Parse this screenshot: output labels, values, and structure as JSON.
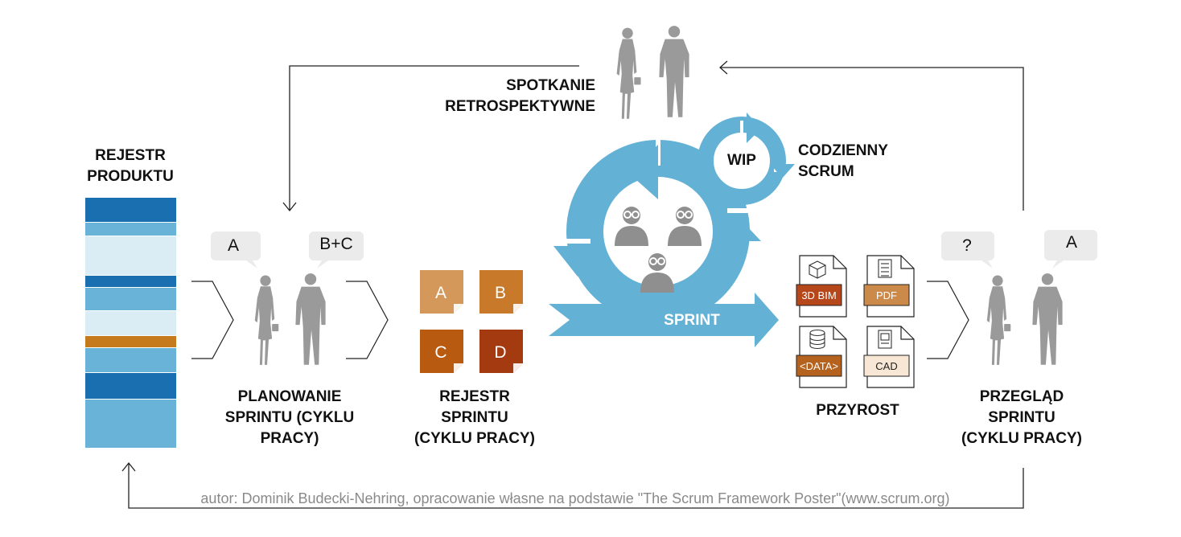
{
  "labels": {
    "product_backlog": [
      "REJESTR",
      "PRODUKTU"
    ],
    "sprint_planning": [
      "PLANOWANIE",
      "SPRINTU (CYKLU",
      "PRACY)"
    ],
    "sprint_backlog": [
      "REJESTR",
      "SPRINTU",
      "(CYKLU PRACY)"
    ],
    "increment": "PRZYROST",
    "sprint_review": [
      "PRZEGLĄD",
      "SPRINTU",
      "(CYKLU PRACY)"
    ],
    "retrospective": [
      "SPOTKANIE",
      "RETROSPEKTYWNE"
    ],
    "daily_scrum": [
      "CODZIENNY",
      "SCRUM"
    ],
    "wip": "WIP",
    "sprint": "SPRINT"
  },
  "bubbles": {
    "planning_left": "A",
    "planning_right": "B+C",
    "review_left": "?",
    "review_right": "A"
  },
  "sprint_backlog_items": [
    {
      "label": "A",
      "color": "#d4985a"
    },
    {
      "label": "B",
      "color": "#c8792a"
    },
    {
      "label": "C",
      "color": "#b85a10"
    },
    {
      "label": "D",
      "color": "#a43a10"
    }
  ],
  "increment_files": [
    {
      "label": "3D BIM",
      "icon": "cube-icon",
      "tag_color": "#b5471a",
      "text_color": "#ffffff"
    },
    {
      "label": "PDF",
      "icon": "document-icon",
      "tag_color": "#cc8a4a",
      "text_color": "#ffffff"
    },
    {
      "label": "<DATA>",
      "icon": "database-icon",
      "tag_color": "#b5621e",
      "text_color": "#ffffff"
    },
    {
      "label": "CAD",
      "icon": "drawing-icon",
      "tag_color": "#f7e7d4",
      "text_color": "#222222"
    }
  ],
  "product_backlog_colors": [
    "#1a6fb0",
    "#6ab3d8",
    "#daedf5",
    "#1a6fb0",
    "#6ab3d8",
    "#daedf5",
    "#c67a1e",
    "#6ab3d8",
    "#1a6fb0",
    "#6ab3d8"
  ],
  "colors": {
    "cycle_blue": "#64b1d6",
    "person_gray": "#9a9a9a",
    "bubble_gray": "#ebebeb",
    "line": "#222222",
    "credit_text": "#8a8a8a"
  },
  "credit": "autor: Dominik Budecki-Nehring, opracowanie własne na podstawie \"The Scrum Framework Poster\"(www.scrum.org)"
}
